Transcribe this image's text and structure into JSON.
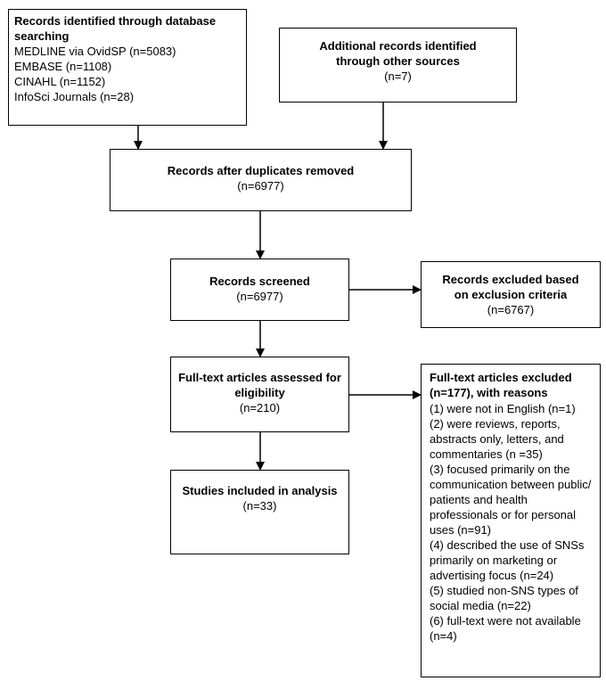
{
  "db_search": {
    "title": "Records identified through database searching",
    "items": [
      "MEDLINE via OvidSP (n=5083)",
      "EMBASE (n=1108)",
      "CINAHL (n=1152)",
      "InfoSci Journals (n=28)"
    ]
  },
  "other_sources": {
    "title": "Additional records identified through other sources",
    "count": "(n=7)"
  },
  "duplicates_removed": {
    "title": "Records after duplicates removed",
    "count": "(n=6977)"
  },
  "screened": {
    "title": "Records screened",
    "count": "(n=6977)"
  },
  "excluded_criteria": {
    "title": "Records excluded based on exclusion criteria",
    "count": "(n=6767)"
  },
  "eligibility": {
    "title": "Full-text articles assessed for eligibility",
    "count": "(n=210)"
  },
  "fulltext_excluded": {
    "title": "Full-text articles excluded (n=177), with reasons",
    "reasons": [
      "(1) were not in English (n=1)",
      "(2) were reviews, reports, abstracts only, letters, and commentaries (n =35)",
      "(3) focused primarily on the communication between public/ patients and health professionals or for personal uses (n=91)",
      "(4) described the use of SNSs primarily on marketing or advertising focus (n=24)",
      "(5) studied non-SNS types of social media (n=22)",
      "(6) full-text were not available (n=4)"
    ]
  },
  "included": {
    "title": "Studies included in analysis",
    "count": "(n=33)"
  },
  "colors": {
    "line": "#000000",
    "background": "#ffffff"
  }
}
